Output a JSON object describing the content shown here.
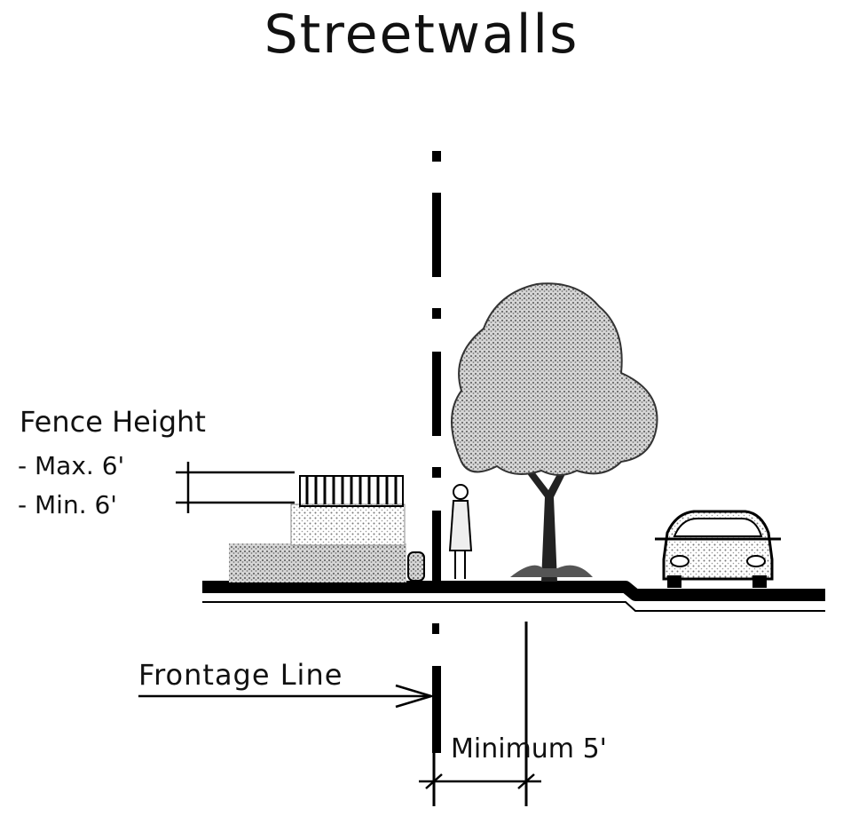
{
  "title": "Streetwalls",
  "fence": {
    "heading": "Fence Height",
    "max_label": "- Max. 6'",
    "min_label": "- Min.  6'"
  },
  "frontage": {
    "label": "Frontage Line"
  },
  "setback": {
    "label": "Minimum 5'"
  }
}
